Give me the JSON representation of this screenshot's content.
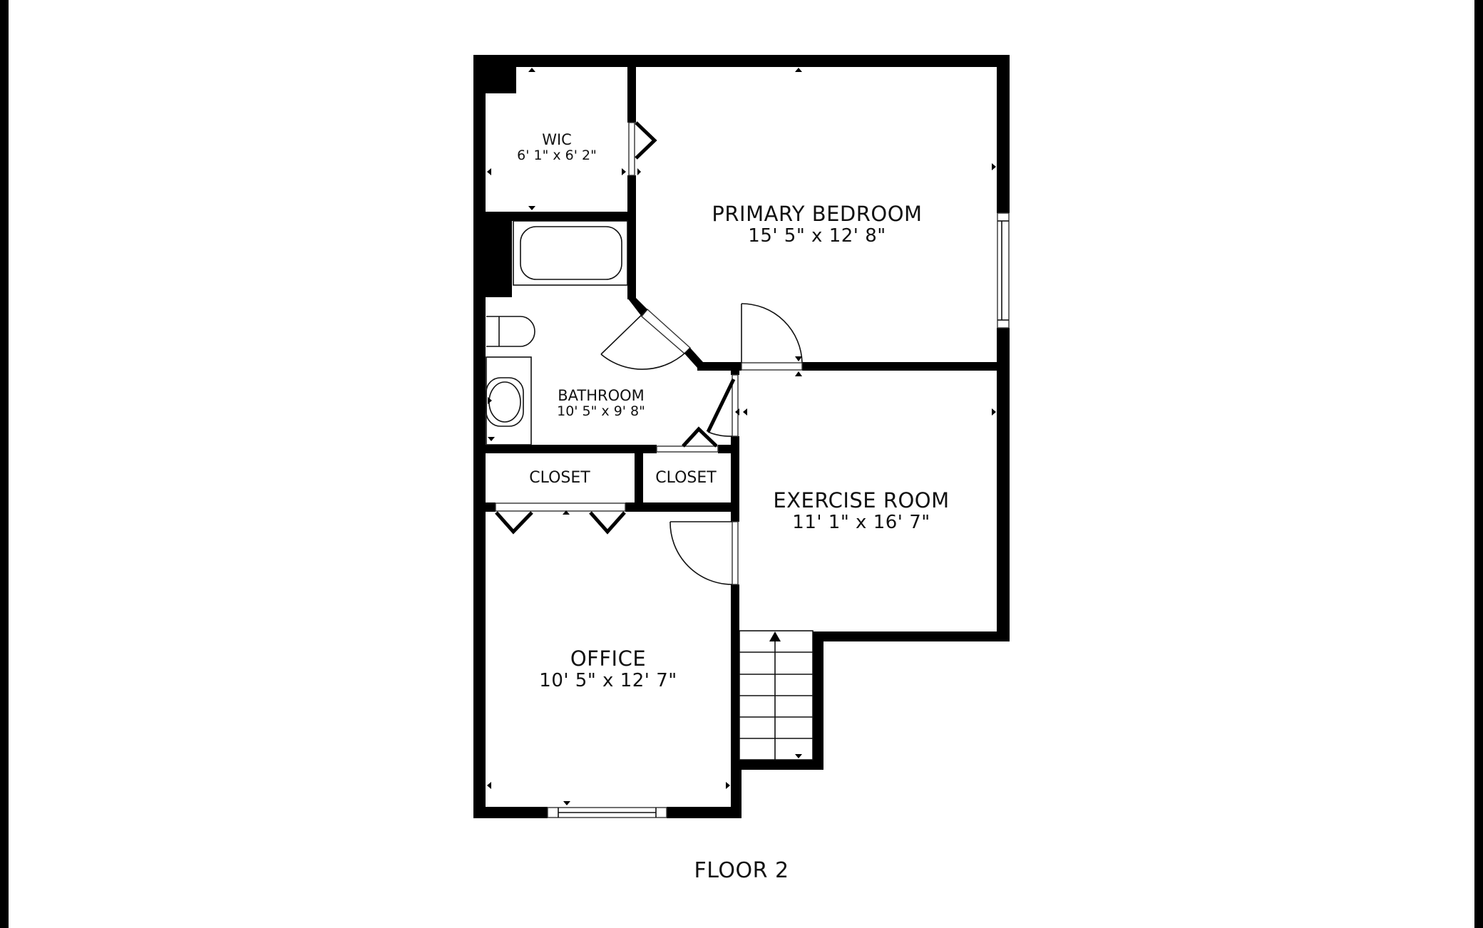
{
  "floor_title": "FLOOR 2",
  "rooms": {
    "primary_bedroom": {
      "name": "PRIMARY BEDROOM",
      "dimensions": "15' 5\" x 12' 8\""
    },
    "wic": {
      "name": "WIC",
      "dimensions": "6' 1\" x 6' 2\""
    },
    "bathroom": {
      "name": "BATHROOM",
      "dimensions": "10' 5\" x 9' 8\""
    },
    "closet_left": {
      "name": "CLOSET"
    },
    "closet_right": {
      "name": "CLOSET"
    },
    "exercise_room": {
      "name": "EXERCISE ROOM",
      "dimensions": "11' 1\" x 16' 7\""
    },
    "office": {
      "name": "OFFICE",
      "dimensions": "10' 5\" x 12' 7\""
    }
  },
  "fixtures": [
    "bathtub",
    "toilet",
    "sink",
    "stairs"
  ],
  "colors": {
    "wall": "#000000",
    "background": "#ffffff",
    "text": "#111111"
  }
}
